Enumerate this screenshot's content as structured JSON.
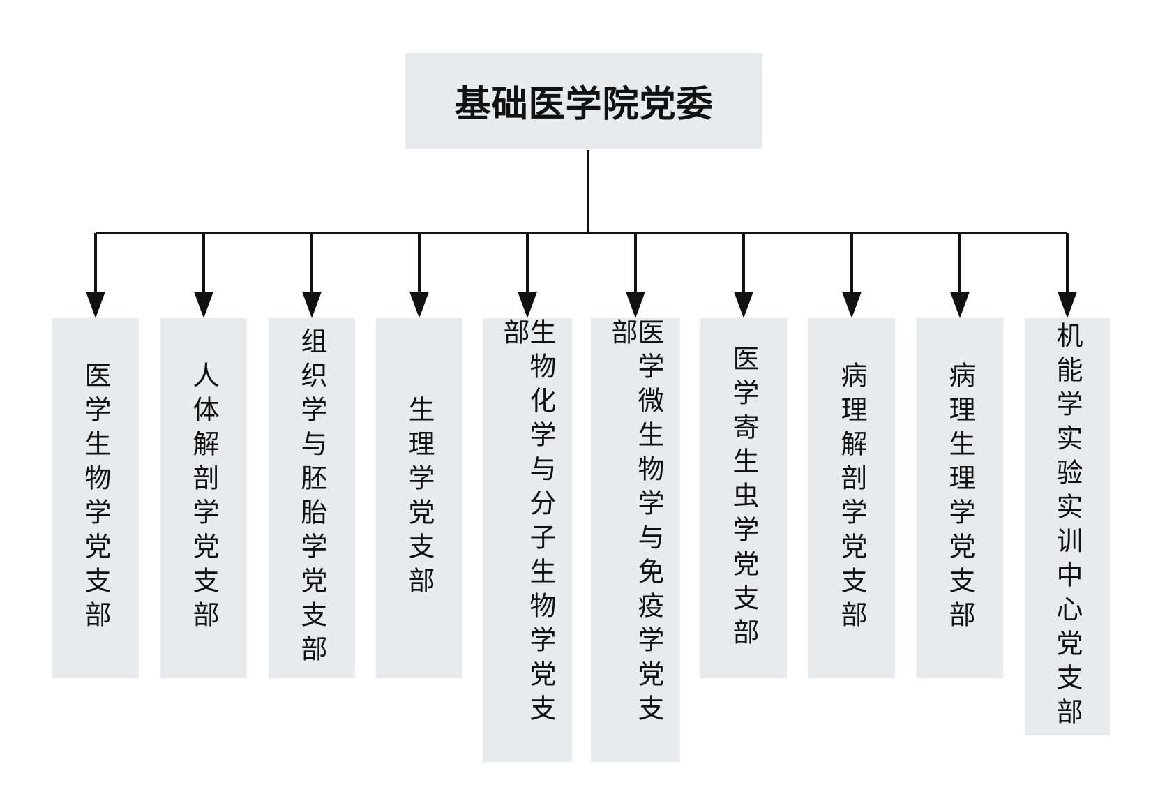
{
  "diagram": {
    "root": {
      "label": "基础医学院党委"
    },
    "branches": [
      {
        "label": "医学生物学党支部"
      },
      {
        "label": "人体解剖学党支部"
      },
      {
        "label": "组织学与胚胎学党支部"
      },
      {
        "label": "生理学党支部"
      },
      {
        "label": "生物化学与分子生物学党支部"
      },
      {
        "label": "医学微生物学与免疫学党支部"
      },
      {
        "label": "医学寄生虫学党支部"
      },
      {
        "label": "病理解剖学党支部"
      },
      {
        "label": "病理生理学党支部"
      },
      {
        "label": "机能学实验实训中心党支部"
      }
    ],
    "colors": {
      "box_fill": "#e7ebee",
      "line": "#111111",
      "text": "#111111"
    }
  }
}
